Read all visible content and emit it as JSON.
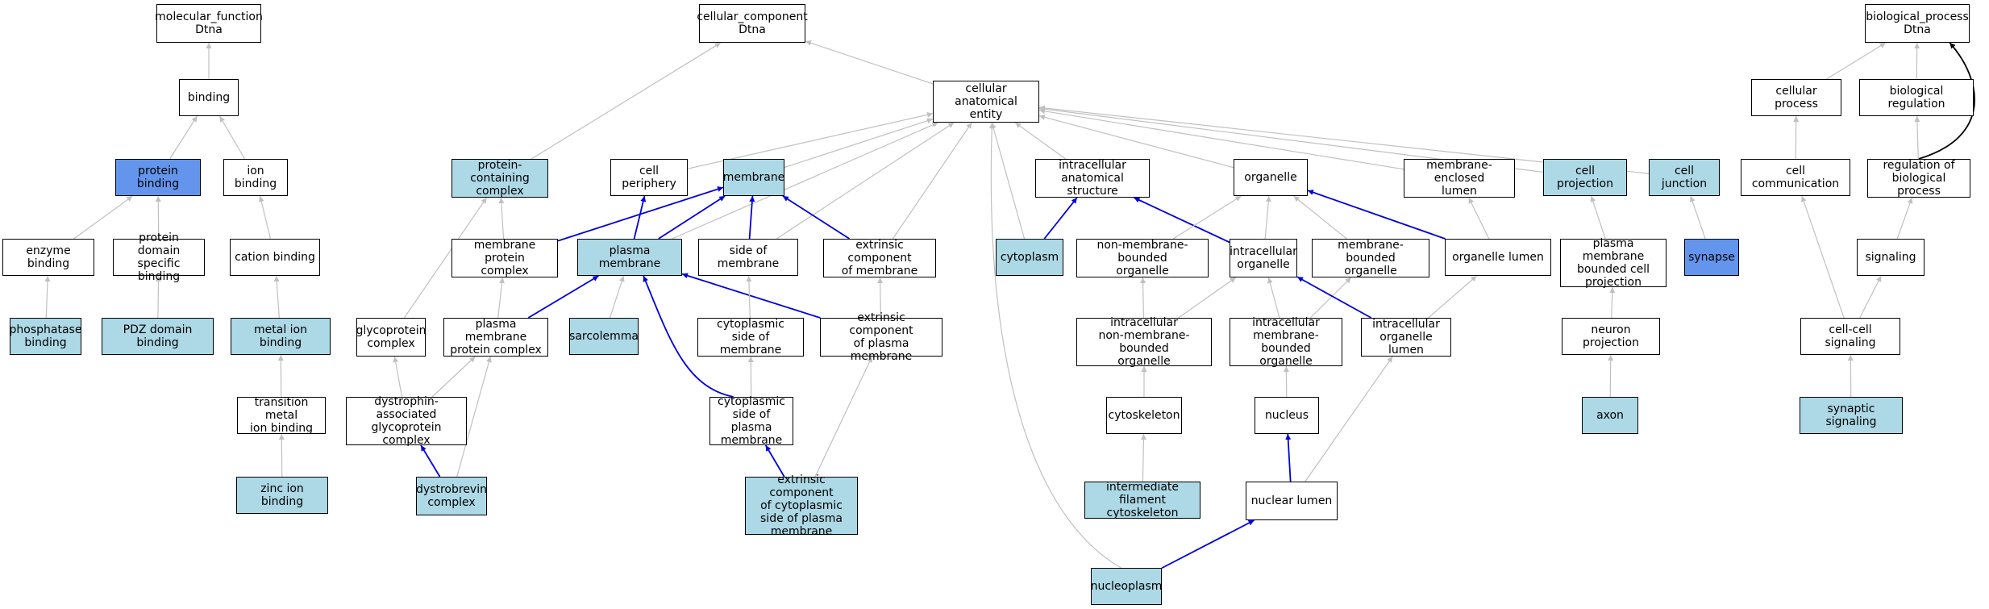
{
  "colors": {
    "highlight": "#add8e6",
    "annotated": "#6495ed",
    "edge_gray": "#c0c0c0",
    "edge_blue": "#0000dd",
    "edge_black": "#000000"
  },
  "nodes": {
    "mf": {
      "label": "molecular_function\nDtna",
      "fill": "white"
    },
    "binding": {
      "label": "binding",
      "fill": "white"
    },
    "protein_binding": {
      "label": "protein binding",
      "fill": "dark"
    },
    "ion_binding": {
      "label": "ion binding",
      "fill": "white"
    },
    "enzyme_binding": {
      "label": "enzyme binding",
      "fill": "white"
    },
    "pdz_specific": {
      "label": "protein domain\nspecific binding",
      "fill": "white"
    },
    "cation_binding": {
      "label": "cation binding",
      "fill": "white"
    },
    "phosphatase": {
      "label": "phosphatase\nbinding",
      "fill": "light"
    },
    "pdz_binding": {
      "label": "PDZ domain binding",
      "fill": "light"
    },
    "metal_ion": {
      "label": "metal ion binding",
      "fill": "light"
    },
    "transition_metal": {
      "label": "transition metal\nion binding",
      "fill": "white"
    },
    "zinc": {
      "label": "zinc ion binding",
      "fill": "light"
    },
    "cc": {
      "label": "cellular_component\nDtna",
      "fill": "white"
    },
    "cae": {
      "label": "cellular anatomical\nentity",
      "fill": "white"
    },
    "pcc": {
      "label": "protein-containing\ncomplex",
      "fill": "light"
    },
    "cell_periphery": {
      "label": "cell periphery",
      "fill": "white"
    },
    "membrane": {
      "label": "membrane",
      "fill": "light"
    },
    "ias": {
      "label": "intracellular\nanatomical structure",
      "fill": "white"
    },
    "organelle": {
      "label": "organelle",
      "fill": "white"
    },
    "mel": {
      "label": "membrane-enclosed\nlumen",
      "fill": "white"
    },
    "cell_projection": {
      "label": "cell projection",
      "fill": "light"
    },
    "cell_junction": {
      "label": "cell junction",
      "fill": "light"
    },
    "mpc": {
      "label": "membrane protein\ncomplex",
      "fill": "white"
    },
    "plasma_membrane": {
      "label": "plasma membrane",
      "fill": "light"
    },
    "side_membrane": {
      "label": "side of membrane",
      "fill": "white"
    },
    "ext_membrane": {
      "label": "extrinsic component\nof membrane",
      "fill": "white"
    },
    "cytoplasm": {
      "label": "cytoplasm",
      "fill": "light"
    },
    "nmbo": {
      "label": "non-membrane-bounded\norganelle",
      "fill": "white"
    },
    "io": {
      "label": "intracellular\norganelle",
      "fill": "white"
    },
    "mbo": {
      "label": "membrane-bounded\norganelle",
      "fill": "white"
    },
    "org_lumen": {
      "label": "organelle lumen",
      "fill": "white"
    },
    "pmbcp": {
      "label": "plasma membrane\nbounded cell\nprojection",
      "fill": "white"
    },
    "synapse": {
      "label": "synapse",
      "fill": "dark"
    },
    "glyco": {
      "label": "glycoprotein\ncomplex",
      "fill": "white"
    },
    "pmpc": {
      "label": "plasma membrane\nprotein complex",
      "fill": "white"
    },
    "sarcolemma": {
      "label": "sarcolemma",
      "fill": "light"
    },
    "cyto_side_m": {
      "label": "cytoplasmic\nside of membrane",
      "fill": "white"
    },
    "ext_pm": {
      "label": "extrinsic component\nof plasma membrane",
      "fill": "white"
    },
    "inmbo": {
      "label": "intracellular\nnon-membrane-bounded\norganelle",
      "fill": "white"
    },
    "imbo": {
      "label": "intracellular\nmembrane-bounded\norganelle",
      "fill": "white"
    },
    "iol": {
      "label": "intracellular\norganelle lumen",
      "fill": "white"
    },
    "neuron_projection": {
      "label": "neuron projection",
      "fill": "white"
    },
    "dagc": {
      "label": "dystrophin-associated\nglycoprotein\ncomplex",
      "fill": "white"
    },
    "cyto_side_pm": {
      "label": "cytoplasmic\nside of plasma\nmembrane",
      "fill": "white"
    },
    "cytoskeleton": {
      "label": "cytoskeleton",
      "fill": "white"
    },
    "nucleus": {
      "label": "nucleus",
      "fill": "white"
    },
    "axon": {
      "label": "axon",
      "fill": "light"
    },
    "dystrobrevin": {
      "label": "dystrobrevin\ncomplex",
      "fill": "light"
    },
    "ext_cyto_pm": {
      "label": "extrinsic component\nof cytoplasmic\nside of plasma\nmembrane",
      "fill": "light"
    },
    "ifc": {
      "label": "intermediate\nfilament cytoskeleton",
      "fill": "light"
    },
    "nuclear_lumen": {
      "label": "nuclear lumen",
      "fill": "white"
    },
    "nucleoplasm": {
      "label": "nucleoplasm",
      "fill": "light"
    },
    "bp": {
      "label": "biological_process\nDtna",
      "fill": "white"
    },
    "cellular_process": {
      "label": "cellular process",
      "fill": "white"
    },
    "bio_reg": {
      "label": "biological regulation",
      "fill": "white"
    },
    "cell_comm": {
      "label": "cell communication",
      "fill": "white"
    },
    "reg_bp": {
      "label": "regulation of\nbiological process",
      "fill": "white"
    },
    "signaling": {
      "label": "signaling",
      "fill": "white"
    },
    "ccs": {
      "label": "cell-cell signaling",
      "fill": "white"
    },
    "syn_sig": {
      "label": "synaptic signaling",
      "fill": "light"
    }
  },
  "edges": [
    [
      "binding",
      "mf",
      "gray"
    ],
    [
      "protein_binding",
      "binding",
      "gray"
    ],
    [
      "ion_binding",
      "binding",
      "gray"
    ],
    [
      "enzyme_binding",
      "protein_binding",
      "gray"
    ],
    [
      "pdz_specific",
      "protein_binding",
      "gray"
    ],
    [
      "cation_binding",
      "ion_binding",
      "gray"
    ],
    [
      "phosphatase",
      "enzyme_binding",
      "gray"
    ],
    [
      "pdz_binding",
      "pdz_specific",
      "gray"
    ],
    [
      "metal_ion",
      "cation_binding",
      "gray"
    ],
    [
      "transition_metal",
      "metal_ion",
      "gray"
    ],
    [
      "zinc",
      "transition_metal",
      "gray"
    ],
    [
      "cae",
      "cc",
      "gray"
    ],
    [
      "pcc",
      "cc",
      "gray"
    ],
    [
      "cell_periphery",
      "cae",
      "gray"
    ],
    [
      "membrane",
      "cae",
      "gray"
    ],
    [
      "ias",
      "cae",
      "gray"
    ],
    [
      "organelle",
      "cae",
      "gray"
    ],
    [
      "mel",
      "cae",
      "gray"
    ],
    [
      "cell_projection",
      "cae",
      "gray"
    ],
    [
      "cell_junction",
      "cae",
      "gray"
    ],
    [
      "cytoplasm",
      "cae",
      "gray"
    ],
    [
      "side_membrane",
      "cae",
      "gray"
    ],
    [
      "ext_membrane",
      "cae",
      "gray"
    ],
    [
      "plasma_membrane",
      "cae",
      "gray"
    ],
    [
      "nucleoplasm",
      "cae",
      "gray"
    ],
    [
      "mpc",
      "pcc",
      "gray"
    ],
    [
      "glyco",
      "pcc",
      "gray"
    ],
    [
      "mpc",
      "membrane",
      "blue"
    ],
    [
      "plasma_membrane",
      "membrane",
      "blue"
    ],
    [
      "plasma_membrane",
      "cell_periphery",
      "blue"
    ],
    [
      "side_membrane",
      "membrane",
      "blue"
    ],
    [
      "ext_membrane",
      "membrane",
      "blue"
    ],
    [
      "pmpc",
      "mpc",
      "gray"
    ],
    [
      "pmpc",
      "plasma_membrane",
      "blue"
    ],
    [
      "sarcolemma",
      "plasma_membrane",
      "gray"
    ],
    [
      "cyto_side_pm",
      "plasma_membrane",
      "blue"
    ],
    [
      "ext_pm",
      "plasma_membrane",
      "blue"
    ],
    [
      "cyto_side_m",
      "side_membrane",
      "gray"
    ],
    [
      "ext_pm",
      "ext_membrane",
      "gray"
    ],
    [
      "cytoplasm",
      "ias",
      "blue"
    ],
    [
      "io",
      "ias",
      "blue"
    ],
    [
      "nmbo",
      "organelle",
      "gray"
    ],
    [
      "io",
      "organelle",
      "gray"
    ],
    [
      "mbo",
      "organelle",
      "gray"
    ],
    [
      "org_lumen",
      "organelle",
      "blue"
    ],
    [
      "org_lumen",
      "mel",
      "gray"
    ],
    [
      "pmbcp",
      "cell_projection",
      "gray"
    ],
    [
      "synapse",
      "cell_junction",
      "gray"
    ],
    [
      "inmbo",
      "nmbo",
      "gray"
    ],
    [
      "inmbo",
      "io",
      "gray"
    ],
    [
      "imbo",
      "io",
      "gray"
    ],
    [
      "imbo",
      "mbo",
      "gray"
    ],
    [
      "iol",
      "io",
      "blue"
    ],
    [
      "iol",
      "org_lumen",
      "gray"
    ],
    [
      "neuron_projection",
      "pmbcp",
      "gray"
    ],
    [
      "dagc",
      "glyco",
      "gray"
    ],
    [
      "dagc",
      "pmpc",
      "gray"
    ],
    [
      "dystrobrevin",
      "dagc",
      "blue"
    ],
    [
      "dystrobrevin",
      "pmpc",
      "gray"
    ],
    [
      "cyto_side_pm",
      "cyto_side_m",
      "gray"
    ],
    [
      "ext_cyto_pm",
      "cyto_side_pm",
      "blue"
    ],
    [
      "ext_cyto_pm",
      "ext_pm",
      "gray"
    ],
    [
      "cytoskeleton",
      "inmbo",
      "gray"
    ],
    [
      "nucleus",
      "imbo",
      "gray"
    ],
    [
      "axon",
      "neuron_projection",
      "gray"
    ],
    [
      "ifc",
      "cytoskeleton",
      "gray"
    ],
    [
      "nuclear_lumen",
      "nucleus",
      "blue"
    ],
    [
      "nuclear_lumen",
      "iol",
      "gray"
    ],
    [
      "nucleoplasm",
      "nuclear_lumen",
      "blue"
    ],
    [
      "cellular_process",
      "bp",
      "gray"
    ],
    [
      "bio_reg",
      "bp",
      "gray"
    ],
    [
      "reg_bp",
      "bp",
      "black"
    ],
    [
      "cell_comm",
      "cellular_process",
      "gray"
    ],
    [
      "reg_bp",
      "bio_reg",
      "gray"
    ],
    [
      "signaling",
      "reg_bp",
      "gray"
    ],
    [
      "ccs",
      "cell_comm",
      "gray"
    ],
    [
      "ccs",
      "signaling",
      "gray"
    ],
    [
      "syn_sig",
      "ccs",
      "gray"
    ]
  ]
}
